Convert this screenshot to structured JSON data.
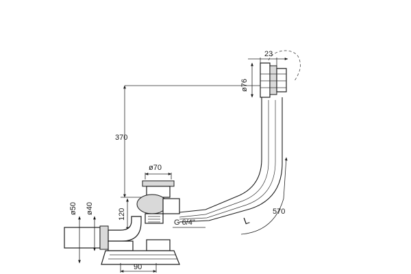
{
  "dimensions": {
    "width_top": "23",
    "diam_overflow": "ø76",
    "height": "370",
    "diam_drain": "ø70",
    "length": "570",
    "diam_outlet_outer": "ø50",
    "diam_outlet_inner": "ø40",
    "drain_height": "120",
    "thread": "G 6/4\"",
    "base_width": "90",
    "hose_mark": "L"
  },
  "colors": {
    "line": "#1a1a1a",
    "fill": "#d9d9d9"
  }
}
